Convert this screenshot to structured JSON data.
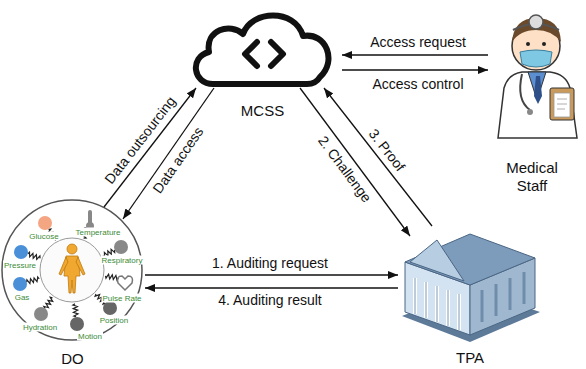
{
  "diagram": {
    "nodes": [
      {
        "text": [
          "MCSS"
        ]
      },
      {
        "text": [
          "Medical Staff"
        ]
      },
      {
        "text": [
          "DO"
        ]
      },
      {
        "text": [
          "TPA"
        ]
      }
    ],
    "edges": [
      {
        "from": 1,
        "to": 0,
        "arrow": "to",
        "label": "Access request"
      },
      {
        "from": 0,
        "to": 1,
        "arrow": "to",
        "label": "Access control"
      },
      {
        "from": 2,
        "to": 0,
        "arrow": "to",
        "label": "Data outsourcing"
      },
      {
        "from": 0,
        "to": 2,
        "arrow": "to",
        "label": "Data access"
      },
      {
        "from": 0,
        "to": 3,
        "arrow": "to",
        "label": "2. Challenge"
      },
      {
        "from": 3,
        "to": 0,
        "arrow": "to",
        "label": "3. Proof"
      },
      {
        "from": 2,
        "to": 3,
        "arrow": "to",
        "label": "1. Auditing request"
      },
      {
        "from": 3,
        "to": 2,
        "arrow": "to",
        "label": "4. Auditing result"
      }
    ],
    "labels": [
      "Glucose",
      "Temperature",
      "Pressure",
      "Respiratory",
      "Gas",
      "Pulse Rate",
      "Hydration",
      "Motion",
      "Position"
    ]
  }
}
